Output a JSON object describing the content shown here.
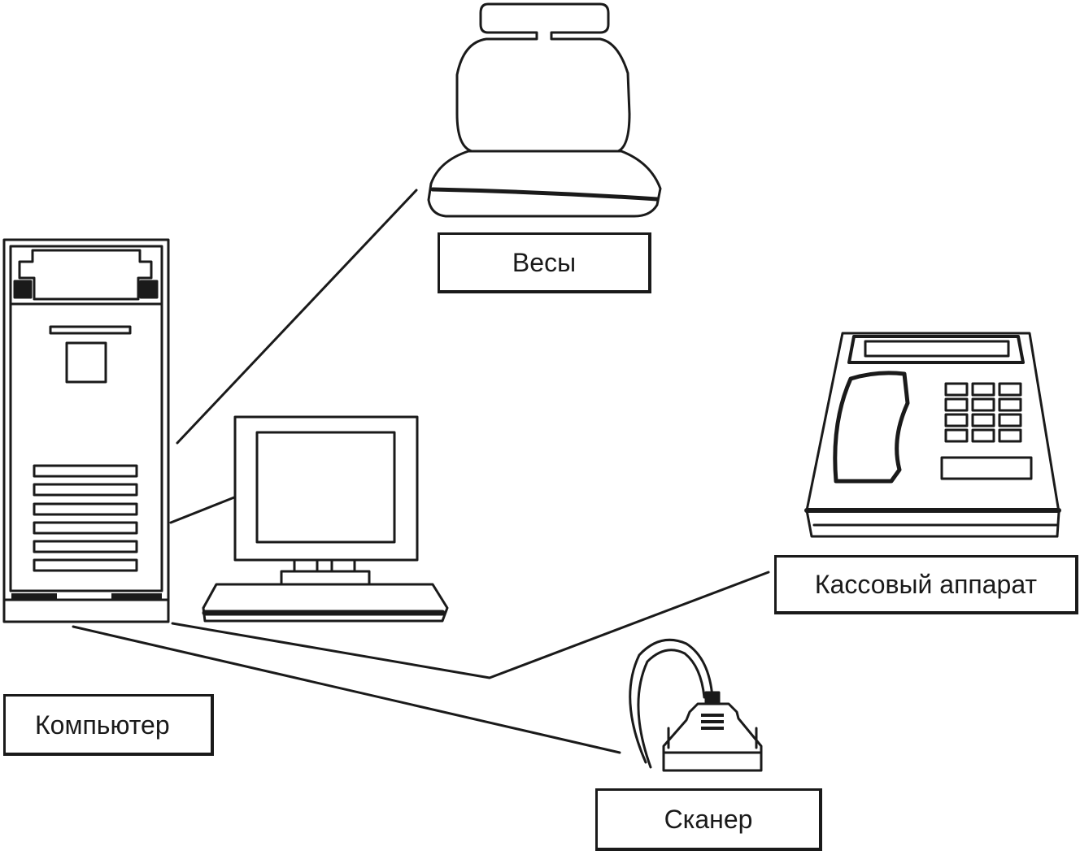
{
  "diagram": {
    "nodes": [
      {
        "id": "computer",
        "label": "Компьютер",
        "icon": "computer-tower-icon"
      },
      {
        "id": "scales",
        "label": "Весы",
        "icon": "scales-icon"
      },
      {
        "id": "cash_register",
        "label": "Кассовый аппарат",
        "icon": "cash-register-icon"
      },
      {
        "id": "scanner",
        "label": "Сканер",
        "icon": "barcode-scanner-icon"
      },
      {
        "id": "monitor",
        "label": "",
        "icon": "monitor-keyboard-icon"
      }
    ],
    "connections": [
      {
        "from": "computer",
        "to": "scales"
      },
      {
        "from": "computer",
        "to": "monitor"
      },
      {
        "from": "computer",
        "to": "cash_register"
      },
      {
        "from": "computer",
        "to": "scanner"
      }
    ],
    "colors": {
      "ink": "#1a1a1a",
      "background": "#ffffff"
    }
  }
}
